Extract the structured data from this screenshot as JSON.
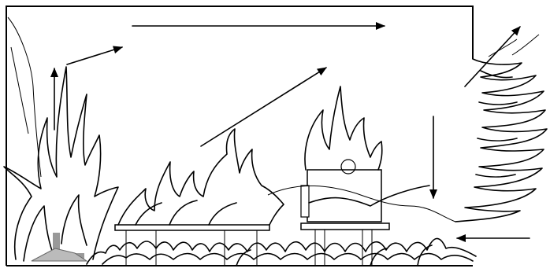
{
  "diagram": {
    "kind": "fire-in-room-illustration",
    "colors": {
      "ink": "#000000",
      "background": "#ffffff",
      "fire-source": "#999999"
    },
    "elements": [
      "room-outline",
      "corner-fire-flames",
      "table-left",
      "table-right",
      "chair-on-table",
      "floor-fire",
      "flame-plume-outside",
      "smoke-flow-arrows"
    ]
  }
}
